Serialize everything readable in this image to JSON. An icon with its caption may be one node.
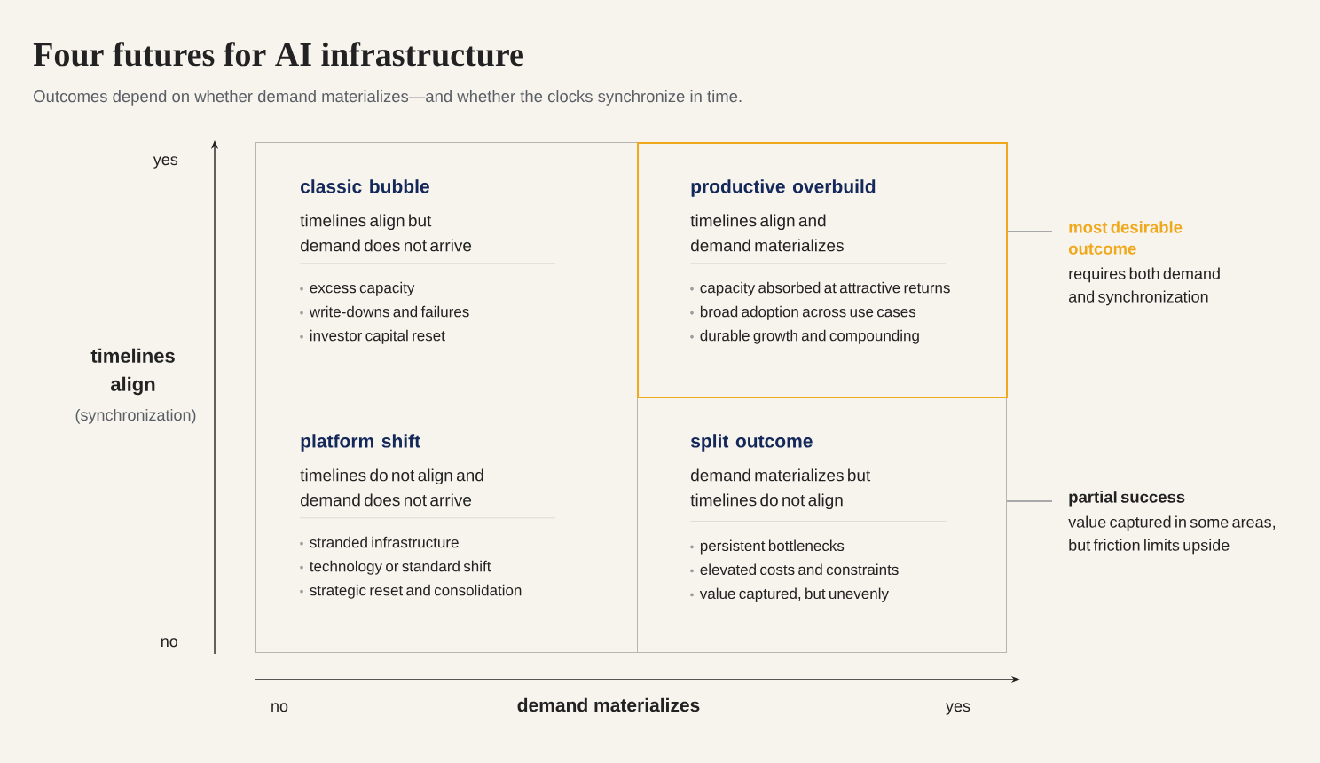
{
  "diagram": {
    "title": "Four futures for AI infrastructure",
    "caption": "Outcomes depend on whether demand materializes—and whether the clocks synchronize in time.",
    "nodes": [
      {
        "text": [
          "classic bubble",
          "timelines align but demand does not arrive",
          "excess capacity",
          "write-downs and failures",
          "investor capital reset"
        ]
      },
      {
        "text": [
          "productive overbuild",
          "timelines align and demand materializes",
          "capacity absorbed at attractive returns",
          "broad adoption across use cases",
          "durable growth and compounding"
        ]
      },
      {
        "text": [
          "platform shift",
          "timelines do not align and demand does not arrive",
          "stranded infrastructure",
          "technology or standard shift",
          "strategic reset and consolidation"
        ]
      },
      {
        "text": [
          "split outcome",
          "demand materializes but timelines do not align",
          "persistent bottlenecks",
          "elevated costs and constraints",
          "value captured, but unevenly"
        ]
      },
      {
        "text": [
          "most desirable outcome",
          "requires both demand and synchronization"
        ]
      },
      {
        "text": [
          "partial success",
          "value captured in some areas, but friction limits upside"
        ]
      }
    ],
    "edges": [
      {
        "from": 4,
        "to": 1,
        "arrow": "none"
      },
      {
        "from": 5,
        "to": 3,
        "arrow": "none"
      }
    ],
    "labels": [
      "yes",
      "timelines align",
      "(synchronization)",
      "no",
      "no",
      "demand materializes",
      "yes"
    ]
  }
}
